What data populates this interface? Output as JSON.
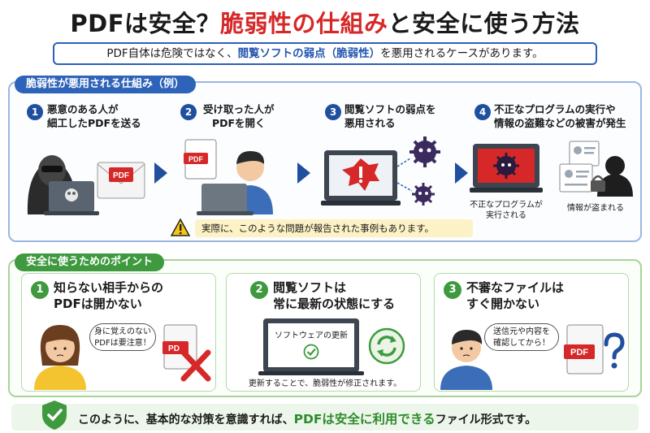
{
  "title": {
    "part1": "PDFは安全？",
    "part2": "脆弱性の仕組み",
    "part3": "と安全に使う方法"
  },
  "subtitle": {
    "part1": "PDF自体は危険ではなく、",
    "part2": "閲覧ソフトの弱点（脆弱性）",
    "part3": "を悪用されるケースがあります。"
  },
  "mechanism": {
    "header": "脆弱性が悪用される仕組み（例）",
    "steps": [
      {
        "num": "1",
        "line1": "悪意のある人が",
        "line2": "細工したPDFを送る"
      },
      {
        "num": "2",
        "line1": "受け取った人が",
        "line2": "PDFを開く"
      },
      {
        "num": "3",
        "line1": "閲覧ソフトの弱点を",
        "line2": "悪用される"
      },
      {
        "num": "4",
        "line1": "不正なプログラムの実行や",
        "line2": "情報の盗難などの被害が発生"
      }
    ],
    "pdf_label": "PDF",
    "caption_program_line1": "不正なプログラムが",
    "caption_program_line2": "実行される",
    "caption_stolen": "情報が盗まれる",
    "warning": "実際に、このような問題が報告された事例もあります。"
  },
  "tips": {
    "header": "安全に使うためのポイント",
    "cards": [
      {
        "num": "1",
        "line1": "知らない相手からの",
        "line2": "PDFは開かない",
        "bubble_line1": "身に覚えのない",
        "bubble_line2": "PDFは要注意！",
        "file_label": "PD"
      },
      {
        "num": "2",
        "line1": "閲覧ソフトは",
        "line2": "常に最新の状態にする",
        "screen_text": "ソフトウェアの更新",
        "caption": "更新することで、脆弱性が修正されます。"
      },
      {
        "num": "3",
        "line1": "不審なファイルは",
        "line2": "すぐ開かない",
        "bubble_line1": "送信元や内容を",
        "bubble_line2": "確認してから！",
        "file_label": "PDF"
      }
    ]
  },
  "bottom": {
    "part1": "このように、基本的な対策を意識すれば、",
    "part2": "PDFは安全に利用できる",
    "part3": "ファイル形式です。"
  },
  "colors": {
    "accent_blue": "#1f4f9e",
    "accent_green": "#3f9a3f",
    "alert_red": "#d62828"
  }
}
